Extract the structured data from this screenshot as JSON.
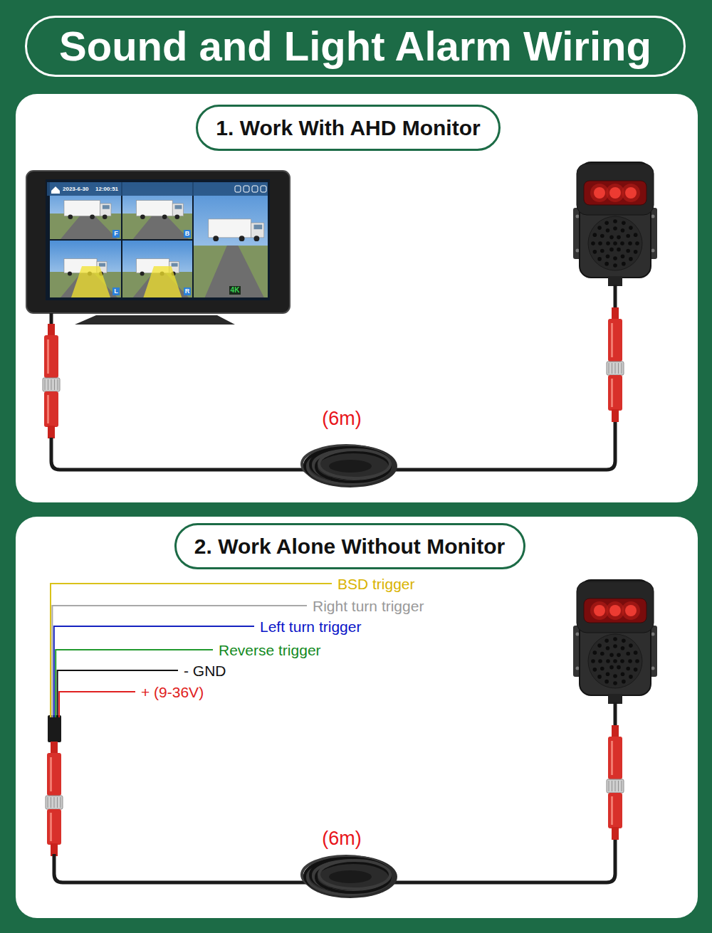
{
  "diagram": {
    "title": "Sound and Light Alarm Wiring",
    "nodes": [
      {
        "text": [
          "1. Work With AHD Monitor"
        ]
      },
      {
        "text": [
          "2. Work Alone Without Monitor"
        ]
      }
    ],
    "labels": [
      "2023-6-30",
      "12:00:51",
      "F",
      "B",
      "L",
      "R",
      "4K",
      "(6m)",
      "BSD trigger",
      "Right turn trigger",
      "Left turn trigger",
      "Reverse trigger",
      "- GND",
      "+ (9-36V)",
      "(6m)"
    ]
  }
}
